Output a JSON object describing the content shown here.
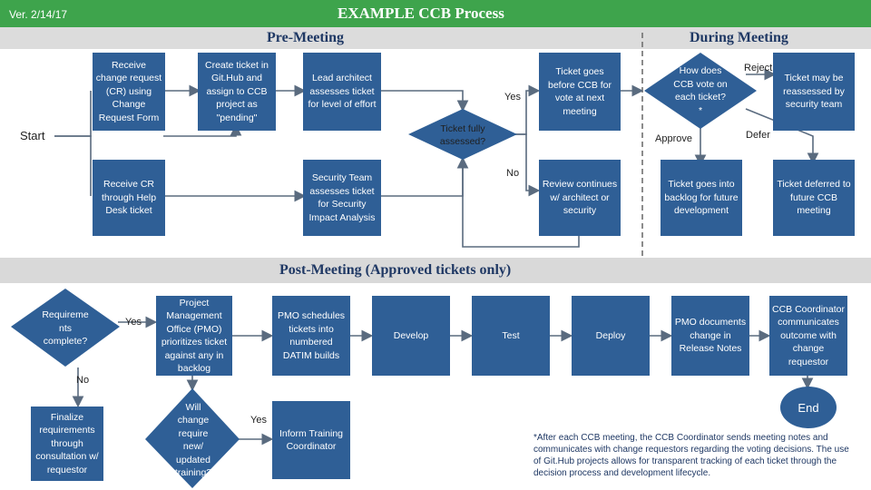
{
  "header": {
    "version": "Ver. 2/14/17",
    "title": "EXAMPLE CCB Process",
    "pre_meeting": "Pre-Meeting",
    "during_meeting": "During Meeting",
    "post_meeting": "Post-Meeting (Approved tickets only)"
  },
  "labels": {
    "start": "Start",
    "end": "End",
    "yes_1": "Yes",
    "no_1": "No",
    "approve": "Approve",
    "reject": "Reject",
    "defer": "Defer",
    "yes_2": "Yes",
    "no_2": "No",
    "yes_3": "Yes"
  },
  "boxes": {
    "receive_change": "Receive change request (CR) using Change Request Form",
    "create_ticket": "Create ticket in Git.Hub and assign to CCB project as \"pending\"",
    "lead_architect": "Lead architect assesses ticket for level of effort",
    "ticket_ccb": "Ticket goes before CCB for vote at next meeting",
    "reassessed": "Ticket may be reassessed by security team",
    "receive_cr_helpdesk": "Receive CR through Help Desk ticket",
    "security_team": "Security Team assesses ticket for Security Impact Analysis",
    "review_continues": "Review continues w/ architect or security",
    "backlog": "Ticket goes into backlog for future development",
    "deferred": "Ticket deferred to future CCB meeting",
    "pmo_prioritizes": "Project Management Office (PMO) prioritizes ticket against any in backlog",
    "pmo_schedules": "PMO schedules tickets into numbered DATIM builds",
    "develop": "Develop",
    "test": "Test",
    "deploy": "Deploy",
    "pmo_documents": "PMO documents change in Release Notes",
    "ccb_coordinator": "CCB Coordinator communicates outcome with change requestor",
    "finalize": "Finalize requirements through consultation w/ requestor",
    "inform_training": "Inform Training Coordinator"
  },
  "decisions": {
    "fully_assessed": "Ticket fully assessed?",
    "ccb_vote": "How does CCB vote on each ticket?*",
    "requirements": "Requireme nts complete?",
    "training": "Will change require new/ updated training?"
  },
  "footnote": "*After each CCB meeting, the CCB Coordinator sends meeting notes and communicates with change requestors regarding the voting decisions. The use of Git.Hub projects allows for transparent tracking of each ticket through the decision process and development lifecycle.",
  "colors": {
    "green": "#3ea44c",
    "box": "#2f5f96",
    "text": "#1f3864"
  }
}
